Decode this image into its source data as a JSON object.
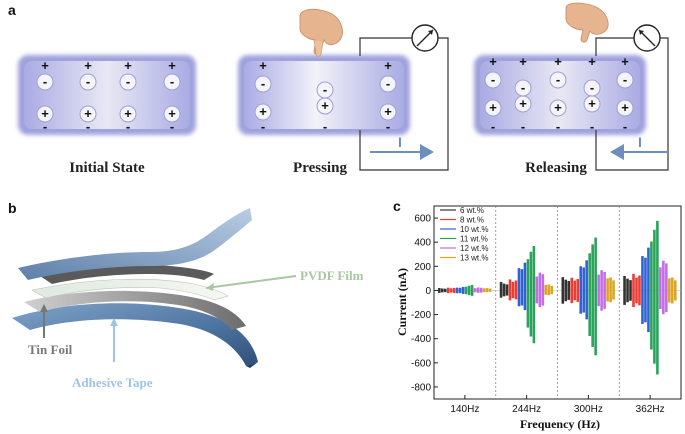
{
  "panel_a": {
    "letter": "a",
    "states": [
      {
        "label": "Initial State"
      },
      {
        "label": "Pressing",
        "current_symbol": "I"
      },
      {
        "label": "Releasing",
        "current_symbol": "I"
      }
    ]
  },
  "panel_b": {
    "letter": "b",
    "labels": {
      "film": "PVDF Film",
      "foil": "Tin Foil",
      "tape": "Adhesive Tape"
    }
  },
  "panel_c": {
    "letter": "c",
    "chart_data": {
      "type": "bar",
      "xlabel": "Frequency (Hz)",
      "ylabel": "Current (nA)",
      "ylim": [
        -900,
        700
      ],
      "yticks": [
        -800,
        -600,
        -400,
        -200,
        0,
        200,
        400,
        600
      ],
      "categories": [
        "140Hz",
        "244Hz",
        "300Hz",
        "362Hz"
      ],
      "legend_position": "top-left",
      "series": [
        {
          "name": "6 wt.%",
          "color": "#333333",
          "pos": [
            20,
            70,
            110,
            120
          ],
          "neg": [
            -20,
            -60,
            -110,
            -120
          ]
        },
        {
          "name": "8 wt.%",
          "color": "#ee3b33",
          "pos": [
            25,
            100,
            115,
            150
          ],
          "neg": [
            -25,
            -90,
            -115,
            -150
          ]
        },
        {
          "name": "10 wt.%",
          "color": "#2f62d4",
          "pos": [
            30,
            240,
            260,
            370
          ],
          "neg": [
            -30,
            -170,
            -250,
            -360
          ]
        },
        {
          "name": "11 wt.%",
          "color": "#2aa35a",
          "pos": [
            45,
            370,
            440,
            580
          ],
          "neg": [
            -45,
            -440,
            -540,
            -700
          ]
        },
        {
          "name": "12 wt.%",
          "color": "#c46ce6",
          "pos": [
            25,
            150,
            170,
            250
          ],
          "neg": [
            -20,
            -140,
            -170,
            -200
          ]
        },
        {
          "name": "13 wt.%",
          "color": "#dba523",
          "pos": [
            20,
            50,
            110,
            110
          ],
          "neg": [
            -15,
            -40,
            -100,
            -110
          ]
        }
      ]
    }
  }
}
